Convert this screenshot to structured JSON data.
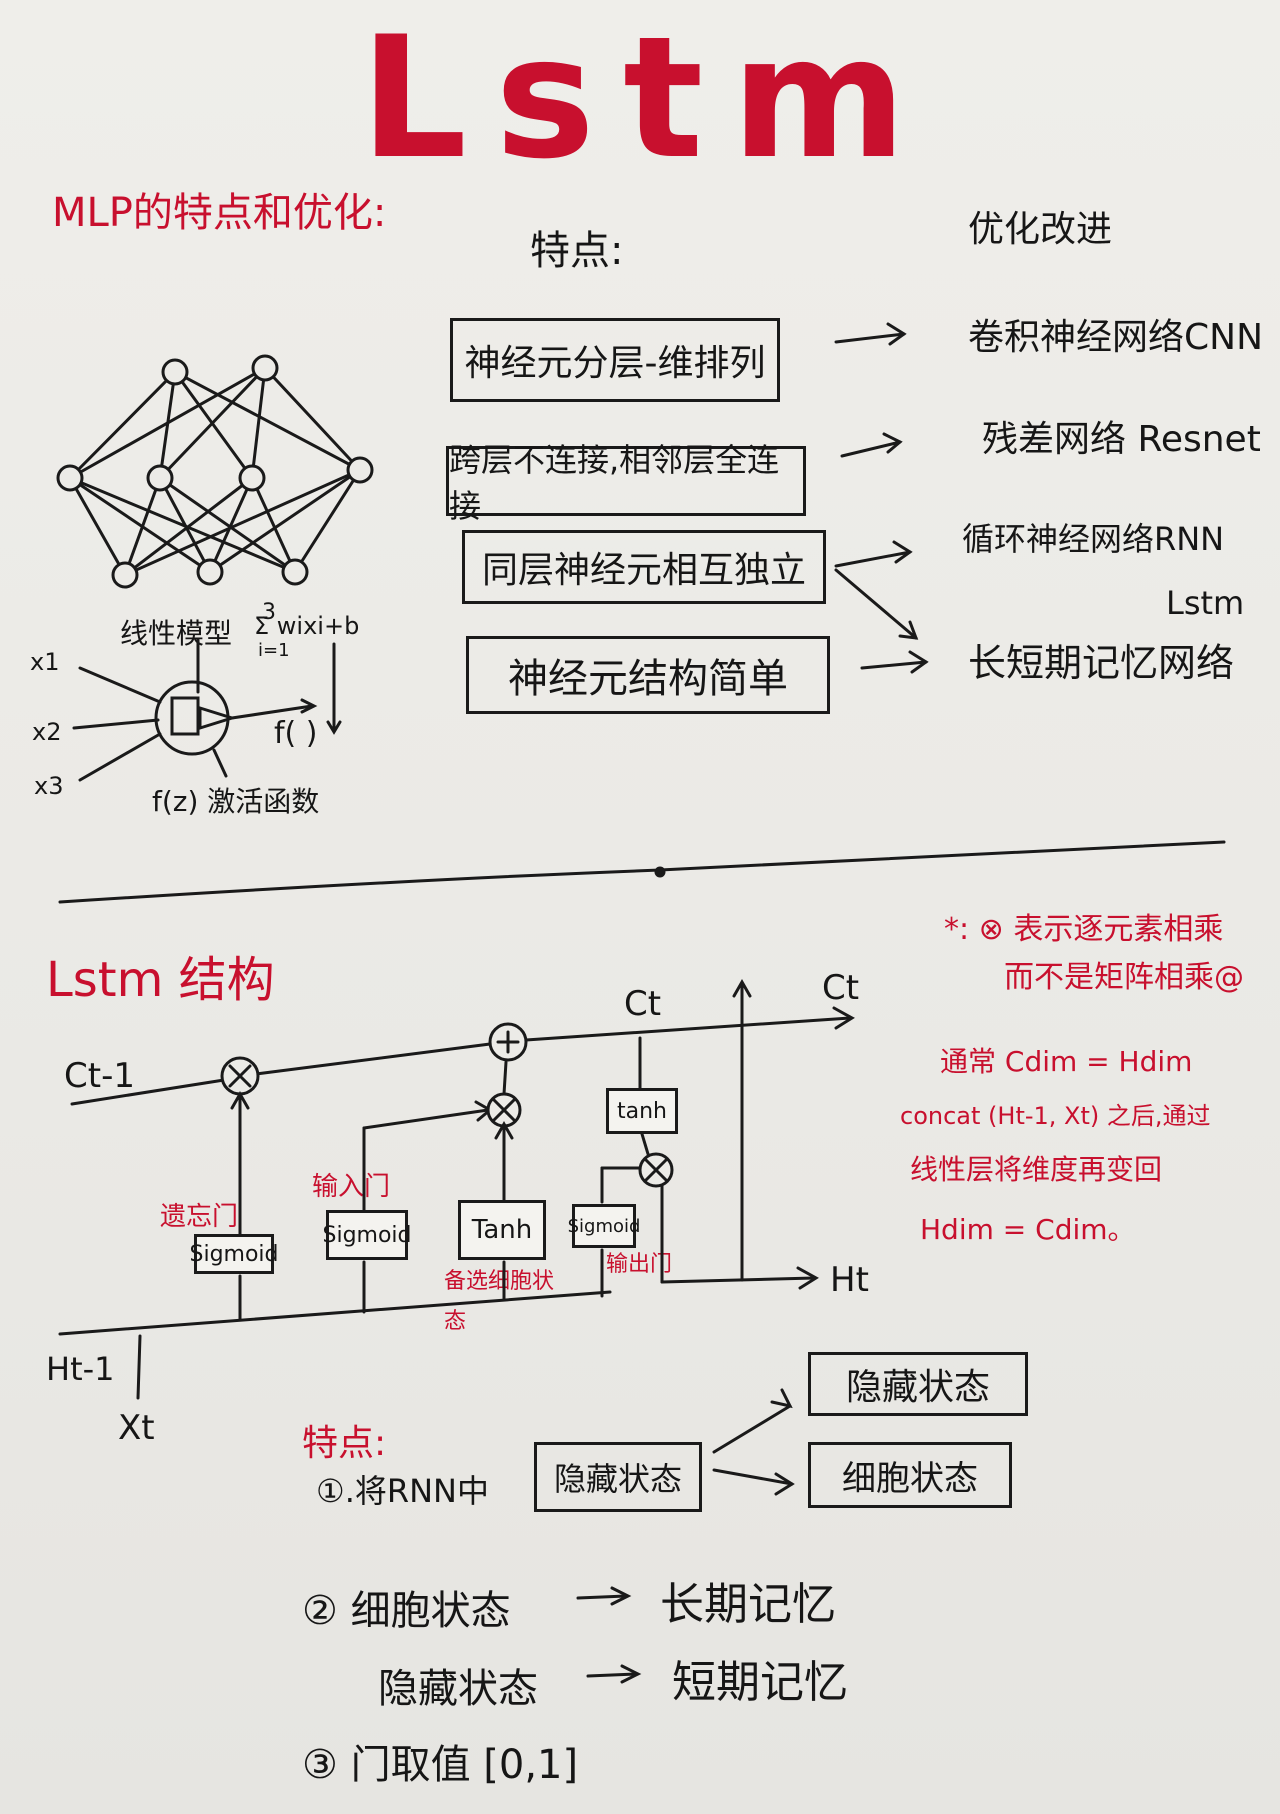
{
  "title": "Lstm",
  "mlp_section": {
    "heading": "MLP的特点和优化:",
    "features_heading": "特点:",
    "optimize_heading": "优化改进",
    "features": [
      "神经元分层-维排列",
      "跨层不连接,相邻层全连接",
      "同层神经元相互独立",
      "神经元结构简单"
    ],
    "improvements": [
      "卷积神经网络CNN",
      "残差网络 Resnet",
      "循环神经网络RNN",
      "Lstm",
      "长短期记忆网络"
    ],
    "neuron": {
      "linear_model": "线性模型",
      "formula": "Σ wixi+b",
      "sum_upper": "3",
      "sum_lower": "i=1",
      "inputs": [
        "x1",
        "x2",
        "x3"
      ],
      "output": "f( )",
      "activation": "f(z) 激活函数"
    }
  },
  "lstm_section": {
    "heading": "Lstm 结构",
    "labels": {
      "c_prev": "Ct-1",
      "c_next_mid": "Ct",
      "c_next": "Ct",
      "h_prev": "Ht-1",
      "x_t": "Xt",
      "h_next": "Ht",
      "forget_gate": "遗忘门",
      "input_gate": "输入门",
      "output_gate": "输出门",
      "candidate": "备选细胞状态",
      "sigmoid1": "Sigmoid",
      "sigmoid2": "Sigmoid",
      "tanh_box": "Tanh",
      "sigmoid3": "Sigmoid",
      "tanh_small": "tanh",
      "mul": "×",
      "add": "+"
    },
    "notes": [
      "*: ⊗ 表示逐元素相乘",
      "而不是矩阵相乘@",
      "通常 Cdim = Hdim",
      "concat (Ht-1, Xt) 之后,通过",
      "线性层将维度再变回",
      "Hdim = Cdim。"
    ],
    "features_heading": "特点:",
    "points": {
      "p1_prefix": "①.将RNN中",
      "p1_box": "隐藏状态",
      "p1_out1": "隐藏状态",
      "p1_out2": "细胞状态",
      "p2_a_left": "② 细胞状态",
      "p2_a_right": "长期记忆",
      "p2_b_left": "隐藏状态",
      "p2_b_right": "短期记忆",
      "p3": "③ 门取值 [0,1]"
    }
  },
  "colors": {
    "accent": "#c8102e",
    "ink": "#161616",
    "paper": "#ecebe7"
  }
}
